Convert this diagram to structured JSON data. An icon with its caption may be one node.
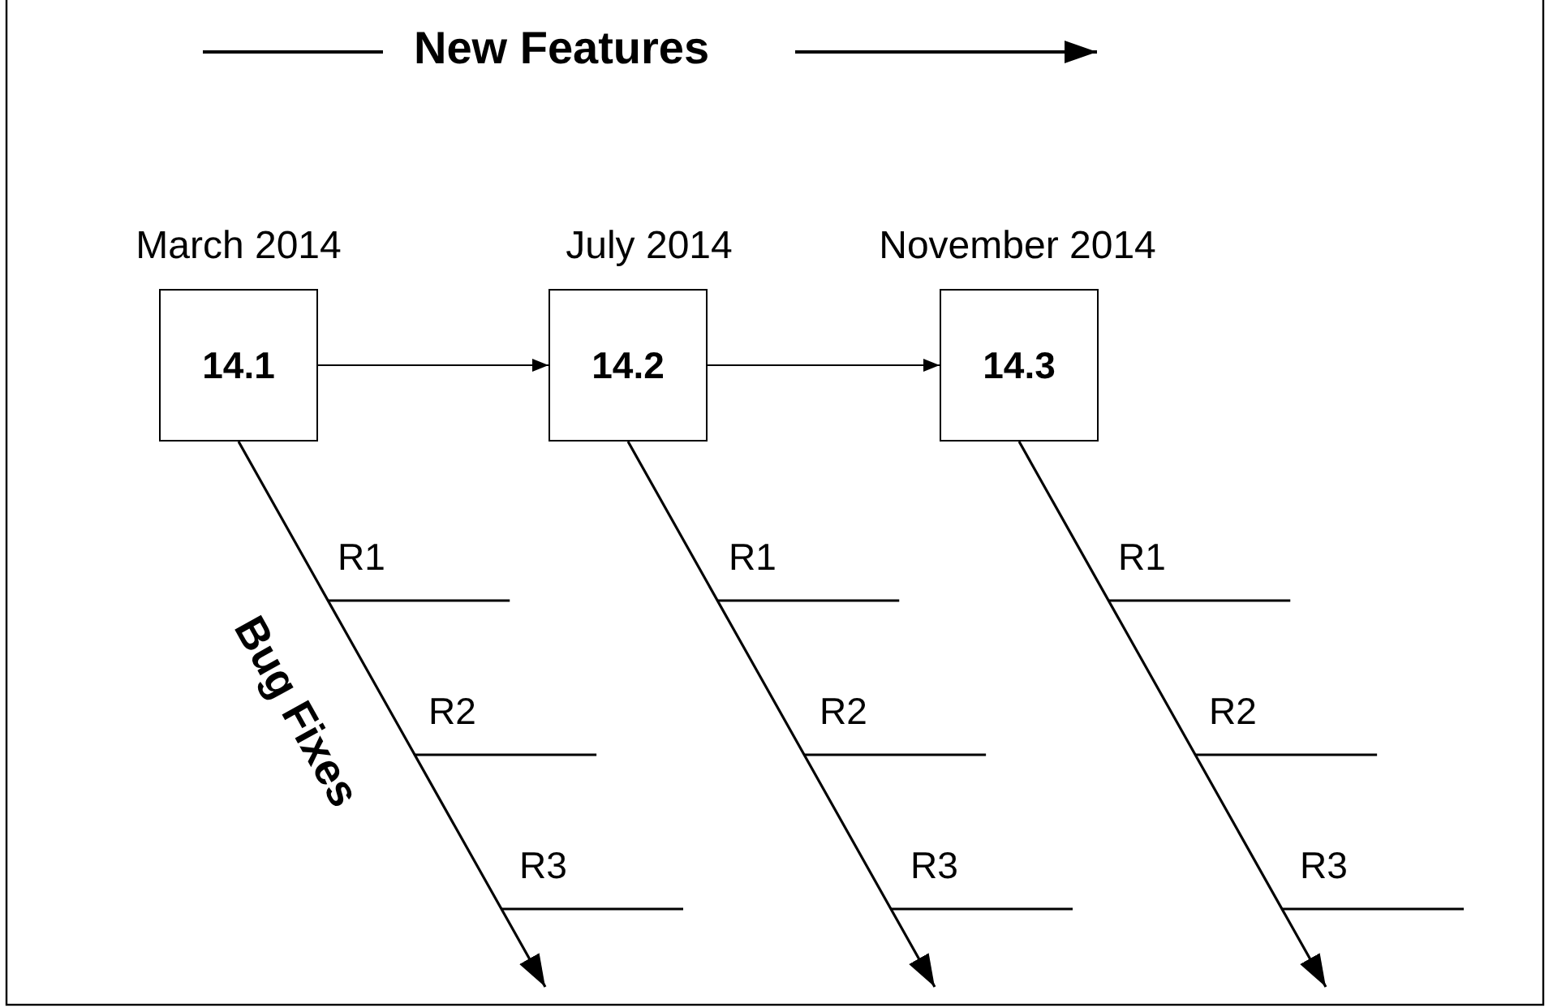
{
  "diagram": {
    "nodes": [
      {
        "text": [
          "March 2014",
          "14.1"
        ]
      },
      {
        "text": [
          "July 2014",
          "14.2"
        ]
      },
      {
        "text": [
          "November 2014",
          "14.3"
        ]
      }
    ],
    "edges": [
      {
        "from": 0,
        "to": 1,
        "arrow": "to"
      },
      {
        "from": 1,
        "to": 2,
        "arrow": "to"
      },
      {
        "from": 0,
        "to": null,
        "arrow": "to"
      },
      {
        "from": 1,
        "to": null,
        "arrow": "to"
      },
      {
        "from": 2,
        "to": null,
        "arrow": "to"
      }
    ],
    "labels": [
      "New Features",
      "R1",
      "R1",
      "R1",
      "Bug Fixes",
      "R2",
      "R2",
      "R2",
      "R3",
      "R3",
      "R3"
    ]
  }
}
